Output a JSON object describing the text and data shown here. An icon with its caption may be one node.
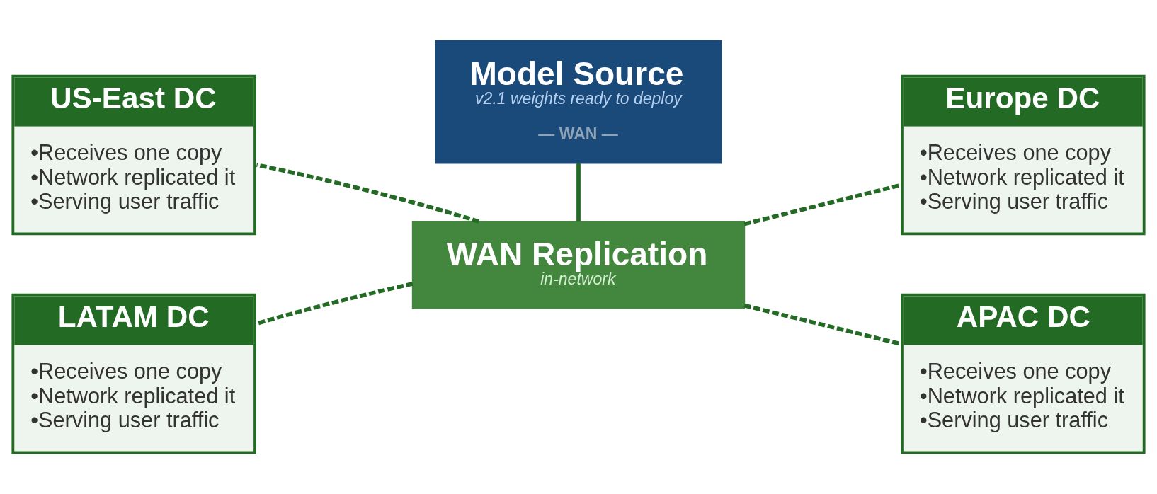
{
  "diagram": {
    "nodes": [
      {
        "text": [
          "Model Source",
          "v2.1 weights ready to deploy",
          "— WAN —"
        ]
      },
      {
        "text": [
          "US-East DC",
          "•Receives one copy",
          "•Network replicated it",
          "•Serving user traffic"
        ]
      },
      {
        "text": [
          "Europe DC",
          "•Receives one copy",
          "•Network replicated it",
          "•Serving user traffic"
        ]
      },
      {
        "text": [
          "WAN Replication",
          "in-network"
        ]
      },
      {
        "text": [
          "LATAM DC",
          "•Receives one copy",
          "•Network replicated it",
          "•Serving user traffic"
        ]
      },
      {
        "text": [
          "APAC DC",
          "•Receives one copy",
          "•Network replicated it",
          "•Serving user traffic"
        ]
      }
    ],
    "edges": [
      {
        "from": 0,
        "to": 3,
        "arrow": "none"
      },
      {
        "from": 3,
        "to": 1,
        "arrow": "none",
        "style": "dashed"
      },
      {
        "from": 3,
        "to": 2,
        "arrow": "none",
        "style": "dashed"
      },
      {
        "from": 3,
        "to": 4,
        "arrow": "none",
        "style": "dashed"
      },
      {
        "from": 3,
        "to": 5,
        "arrow": "none",
        "style": "dashed"
      }
    ]
  }
}
